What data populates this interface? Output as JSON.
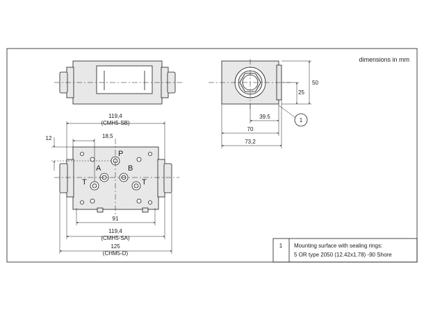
{
  "header": {
    "units_note": "dimensions in mm"
  },
  "front_view": {
    "dim_width_sb": "119,4",
    "dim_width_sb_model": "(CMH5-SB)",
    "dim_18_5": "18,5",
    "dim_12": "12",
    "dim_91": "91",
    "dim_width_sa": "119,4",
    "dim_width_sa_model": "(CMH5-SA)",
    "dim_125": "125",
    "dim_125_model": "(CHM5-D)",
    "port_p": "P",
    "port_a": "A",
    "port_b": "B",
    "port_t_left": "T",
    "port_t_right": "T"
  },
  "side_view": {
    "dim_50": "50",
    "dim_25": "25",
    "dim_39_5": "39.5",
    "dim_70": "70",
    "dim_73_2": "73,2",
    "callout_number": "1"
  },
  "notes_table": {
    "item_number": "1",
    "line1": "Mounting surface with sealing rings:",
    "line2": "5 OR type 2050 (12.42x1.78) -90 Shore"
  }
}
